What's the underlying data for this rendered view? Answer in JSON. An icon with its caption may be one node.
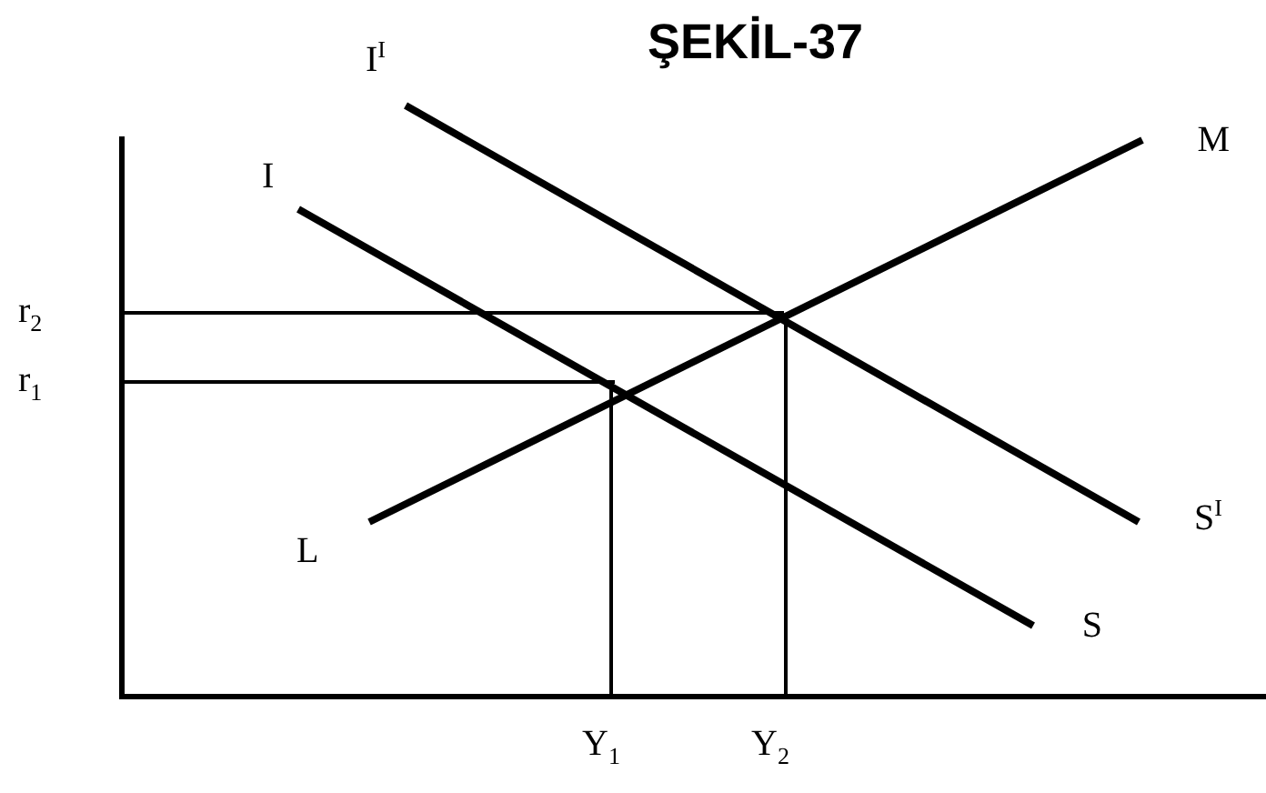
{
  "diagram": {
    "title": "ŞEKİL-37",
    "nodes": [
      {
        "text": [
          "I$^{I}$"
        ]
      },
      {
        "text": [
          "S$^{I}$"
        ]
      },
      {
        "text": [
          "I"
        ]
      },
      {
        "text": [
          "S"
        ]
      },
      {
        "text": [
          "L"
        ]
      },
      {
        "text": [
          "M"
        ]
      }
    ],
    "edges": [
      {
        "from": 0,
        "to": 1,
        "arrow": "none"
      },
      {
        "from": 2,
        "to": 3,
        "arrow": "none"
      },
      {
        "from": 4,
        "to": 5,
        "arrow": "none"
      }
    ],
    "labels": [
      "r$_{2}$",
      "r$_{1}$",
      "Y$_{1}$",
      "Y$_{2}$"
    ]
  }
}
